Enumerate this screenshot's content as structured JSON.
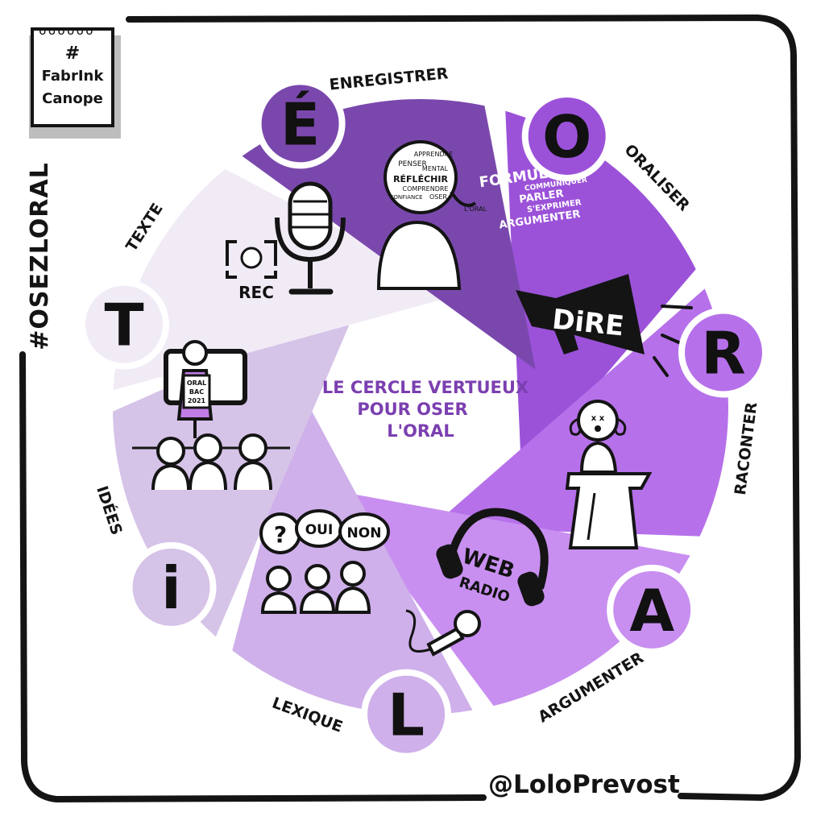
{
  "badge": {
    "line1": "#",
    "line2": "FabrInk",
    "line3": "Canope"
  },
  "hashtag": "#OSEZLORAL",
  "signature": "@LoloPrevost",
  "center": {
    "line1": "LE CERCLE VERTUEUX",
    "line2": "POUR OSER",
    "line3": "L'ORAL"
  },
  "colors": {
    "ink": "#141414",
    "violet_dark": "#7a48ad",
    "violet": "#9b52d9",
    "violet_medium": "#b671ea",
    "violet_light": "#c88ff0",
    "lilac": "#cfb0ea",
    "lilac_light": "#d6c3e8",
    "lilac_pale": "#f1ebf6",
    "center_text": "#7b3fb0"
  },
  "segments": [
    {
      "id": "oraliser",
      "letter": "O",
      "word": "ORALISER",
      "color": "#9b52d9"
    },
    {
      "id": "raconter",
      "letter": "R",
      "word": "RACONTER",
      "color": "#b671ea"
    },
    {
      "id": "argumenter",
      "letter": "A",
      "word": "ARGUMENTER",
      "color": "#c88ff0"
    },
    {
      "id": "lexique",
      "letter": "L",
      "word": "LEXIQUE",
      "color": "#cfb0ea"
    },
    {
      "id": "idees",
      "letter": "i",
      "word": "IDÉES",
      "color": "#d6c3e8"
    },
    {
      "id": "texte",
      "letter": "T",
      "word": "TEXTE",
      "color": "#f1ebf6"
    },
    {
      "id": "enregistrer",
      "letter": "É",
      "word": "ENREGISTRER",
      "color": "#7a48ad"
    }
  ],
  "oraliser_panel": {
    "bubble_words": [
      "APPRENDRE",
      "PENSER",
      "MENTAL",
      "RÉFLÉCHIR",
      "COMPRENDRE",
      "CONFIANCE",
      "OSER",
      "L'ORAL"
    ],
    "cloud_words": [
      "FORMULER",
      "COMMUNIQUER",
      "PARLER",
      "S'EXPRIMER",
      "ARGUMENTER"
    ]
  },
  "raconter_panel": {
    "megaphone_label": "DiRE"
  },
  "lexique_panel": {
    "radio_line1": "WEB",
    "radio_line2": "RADIO"
  },
  "idees_panel": {
    "bubble_question": "?",
    "bubble_yes": "OUI",
    "bubble_no": "NON"
  },
  "texte_panel": {
    "sign_line1": "ORAL",
    "sign_line2": "BAC",
    "sign_line3": "2021"
  },
  "enregistrer_panel": {
    "rec_label": "REC"
  }
}
